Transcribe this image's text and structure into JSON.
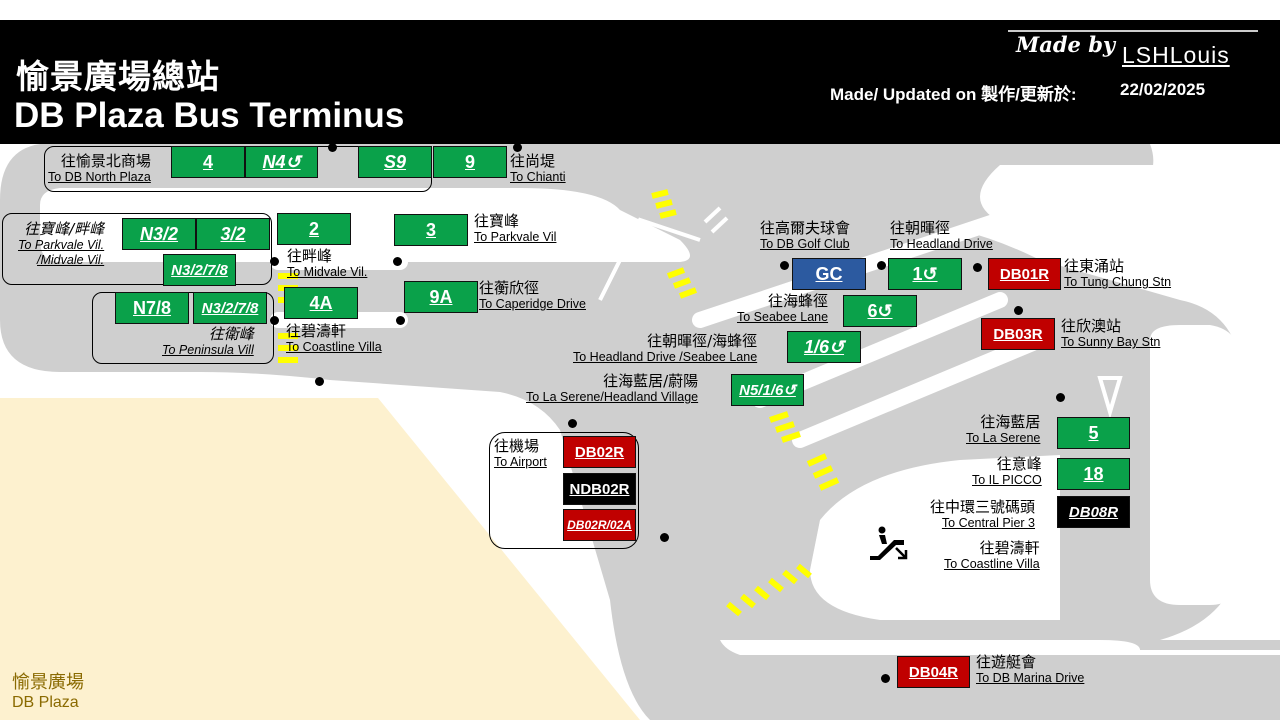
{
  "header": {
    "title_zh": "愉景廣場總站",
    "title_en": "DB Plaza Bus Terminus",
    "made_by_prefix": "Made by",
    "made_by_author": "LSHLouis",
    "updated_label": "Made/ Updated on 製作/更新於:",
    "updated_date": "22/02/2025"
  },
  "place": {
    "zh": "愉景廣場",
    "en": "DB Plaza"
  },
  "icons": [
    "escalator-icon"
  ],
  "colors": {
    "green": "#0aa14a",
    "red": "#c00000",
    "blue": "#2c5aa0",
    "black": "#000000",
    "road": "#cfcfcf",
    "plaza": "#fdf1cf",
    "marking": "#ffff00"
  },
  "routes": {
    "r4": "4",
    "n4": "N4↺",
    "s9": "S9",
    "r9": "9",
    "n32": "N3/2",
    "r32": "3/2",
    "n3278a": "N3/2/7/8",
    "r2": "2",
    "r3": "3",
    "r9a": "9A",
    "n78": "N7/8",
    "n3278b": "N3/2/7/8",
    "r4a": "4A",
    "gc": "GC",
    "r1": "1↺",
    "db01r": "DB01R",
    "r6": "6↺",
    "db03r": "DB03R",
    "r16": "1/6↺",
    "n516": "N5/1/6↺",
    "db02r": "DB02R",
    "ndb02r": "NDB02R",
    "db02r02a": "DB02R/02A",
    "r5": "5",
    "r18": "18",
    "db08r": "DB08R",
    "db04r": "DB04R"
  },
  "labels": {
    "north_plaza": {
      "zh": "往愉景北商場",
      "en": "To DB North Plaza"
    },
    "chianti": {
      "zh": "往尚堤",
      "en": "To Chianti"
    },
    "parkvale_midvale": {
      "zh": "往寶峰/畔峰",
      "en1": "To Parkvale Vil.",
      "en2": "/Midvale Vil."
    },
    "midvale": {
      "zh": "往畔峰",
      "en": "To Midvale Vil."
    },
    "parkvale": {
      "zh": "往寶峰",
      "en": "To Parkvale Vil"
    },
    "caperidge": {
      "zh": "往蘅欣徑",
      "en": "To Caperidge Drive"
    },
    "peninsula": {
      "zh": "往衛峰",
      "en": "To Peninsula Vill"
    },
    "coastline_w": {
      "zh": "往碧濤軒",
      "en": "To Coastline Villa"
    },
    "golf_club": {
      "zh": "往高爾夫球會",
      "en": "To DB Golf Club"
    },
    "headland": {
      "zh": "往朝暉徑",
      "en": "To Headland Drive"
    },
    "tung_chung": {
      "zh": "往東涌站",
      "en": "To Tung Chung Stn"
    },
    "seabee": {
      "zh": "往海蜂徑",
      "en": "To Seabee Lane"
    },
    "sunny_bay": {
      "zh": "往欣澳站",
      "en": "To Sunny Bay Stn"
    },
    "headland_seabee": {
      "zh": "往朝暉徑/海蜂徑",
      "en": "To Headland Drive /Seabee Lane"
    },
    "serene_village": {
      "zh": "往海藍居/蔚陽",
      "en": "To La Serene/Headland Village"
    },
    "airport": {
      "zh": "往機場",
      "en": "To Airport"
    },
    "la_serene": {
      "zh": "往海藍居",
      "en": "To La Serene"
    },
    "il_picco": {
      "zh": "往意峰",
      "en": "To IL PICCO"
    },
    "central_pier": {
      "zh": "往中環三號碼頭",
      "en": "To Central Pier 3"
    },
    "coastline_e": {
      "zh": "往碧濤軒",
      "en": "To Coastline Villa"
    },
    "marina": {
      "zh": "往遊艇會",
      "en": "To DB Marina Drive"
    }
  }
}
